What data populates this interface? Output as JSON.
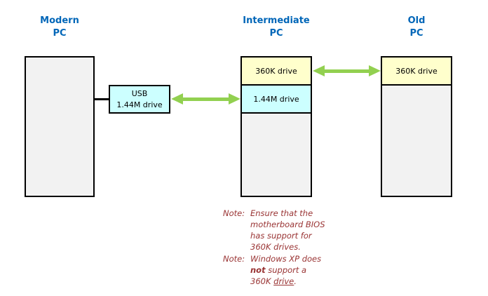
{
  "colors": {
    "title": "#0066B8",
    "arrow": "#92D050",
    "note": "#993333",
    "box_fill": "#F2F2F2",
    "drive_360k_fill": "#FFFFCC",
    "drive_144m_fill": "#CCFFFF"
  },
  "pcs": {
    "modern": {
      "title": "Modern\nPC"
    },
    "intermediate": {
      "title": "Intermediate\nPC",
      "drives": {
        "drive_360k": "360K drive",
        "drive_144m": "1.44M drive"
      }
    },
    "old": {
      "title": "Old\nPC",
      "drives": {
        "drive_360k": "360K drive"
      }
    }
  },
  "usb_drive": {
    "label": "USB\n1.44M drive"
  },
  "notes": [
    {
      "label": "Note:",
      "lines": [
        [
          {
            "t": "Ensure that the"
          }
        ],
        [
          {
            "t": "motherboard BIOS"
          }
        ],
        [
          {
            "t": "has support for"
          }
        ],
        [
          {
            "t": "360K drives."
          }
        ]
      ]
    },
    {
      "label": "Note:",
      "lines": [
        [
          {
            "t": "Windows XP does"
          }
        ],
        [
          {
            "t": "not",
            "b": true
          },
          {
            "t": " support a"
          }
        ],
        [
          {
            "t": "360K "
          },
          {
            "t": "drive",
            "u": true
          },
          {
            "t": "."
          }
        ]
      ]
    }
  ]
}
